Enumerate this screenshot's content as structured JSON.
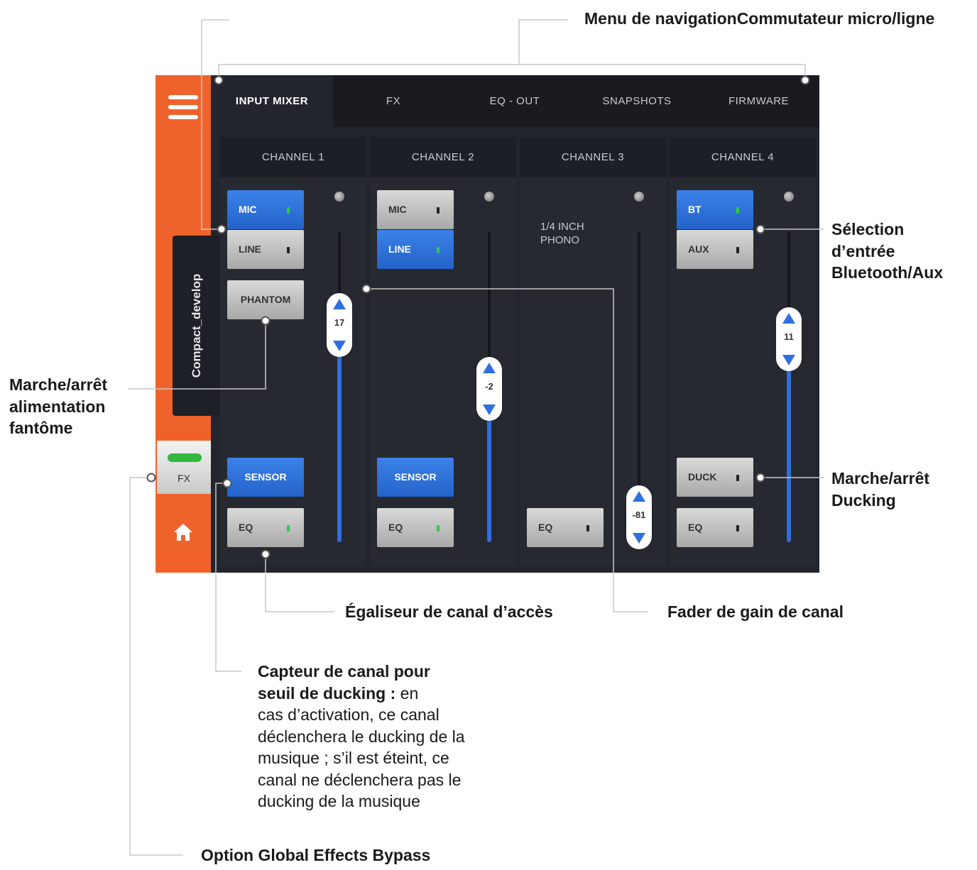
{
  "annotations": {
    "nav_menu": "Menu de navigation",
    "mic_line": "Commutateur micro/ligne",
    "bt_aux": [
      "Sélection",
      "d’entrée",
      "Bluetooth/Aux"
    ],
    "phantom": [
      "Marche/arrêt",
      "alimentation",
      "fantôme"
    ],
    "ducking": [
      "Marche/arrêt",
      "Ducking"
    ],
    "eq_access": "Égaliseur de canal d’accès",
    "gain_fader": "Fader de gain de canal",
    "sensor_bold_1": "Capteur de canal pour",
    "sensor_bold_2": "seuil de ducking :",
    "sensor_text_1": " en",
    "sensor_text_lines": [
      "cas d’activation, ce canal",
      "déclenchera le ducking de la",
      "musique ; s’il est éteint, ce",
      "canal ne déclenchera pas le",
      "ducking de la musique"
    ],
    "fx_bypass": "Option Global Effects Bypass"
  },
  "app": {
    "device_name": "Compact_develop",
    "fx_label": "FX",
    "nav_tabs": [
      "INPUT MIXER",
      "FX",
      "EQ - OUT",
      "SNAPSHOTS",
      "FIRMWARE"
    ],
    "active_tab": "INPUT MIXER",
    "channels": [
      {
        "name": "CHANNEL 1",
        "buttons": {
          "mic": "MIC",
          "line": "LINE",
          "phantom": "PHANTOM",
          "sensor": "SENSOR",
          "eq": "EQ"
        },
        "mic_on": true,
        "line_on": false,
        "eq_on": true,
        "gain": "17",
        "gain_level": 0.78
      },
      {
        "name": "CHANNEL 2",
        "buttons": {
          "mic": "MIC",
          "line": "LINE",
          "sensor": "SENSOR",
          "eq": "EQ"
        },
        "mic_on": false,
        "line_on": true,
        "eq_on": true,
        "gain": "-2",
        "gain_level": 0.52
      },
      {
        "name": "CHANNEL 3",
        "source_lines": [
          "1/4 INCH",
          "PHONO"
        ],
        "buttons": {
          "eq": "EQ"
        },
        "eq_on": false,
        "gain": "-81",
        "gain_level": 0.0
      },
      {
        "name": "CHANNEL 4",
        "buttons": {
          "bt": "BT",
          "aux": "AUX",
          "duck": "DUCK",
          "eq": "EQ"
        },
        "bt_on": true,
        "aux_on": false,
        "duck_on": false,
        "eq_on": false,
        "gain": "11",
        "gain_level": 0.72
      }
    ]
  },
  "colors": {
    "accent_orange": "#f0622c",
    "button_blue": "#2f6fdf",
    "led_green": "#2ecc40",
    "panel": "#22252d"
  }
}
